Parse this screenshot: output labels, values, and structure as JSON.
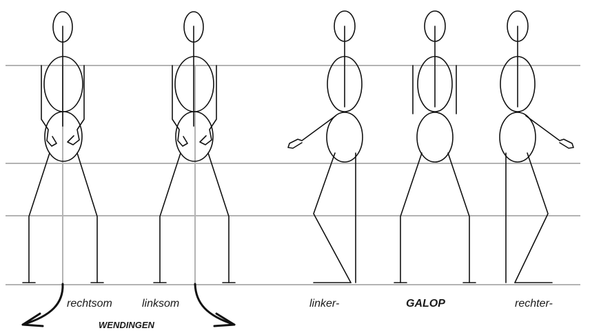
{
  "labels": {
    "rechtsom": "rechtsom",
    "linksom": "linksom",
    "wendingen": "WENDINGEN",
    "linker": "linker-",
    "galop": "GALOP",
    "rechter": "rechter-"
  },
  "colors": {
    "figure_stroke": "#111111",
    "guide_line": "#b3b3b3",
    "background": "#ffffff"
  }
}
